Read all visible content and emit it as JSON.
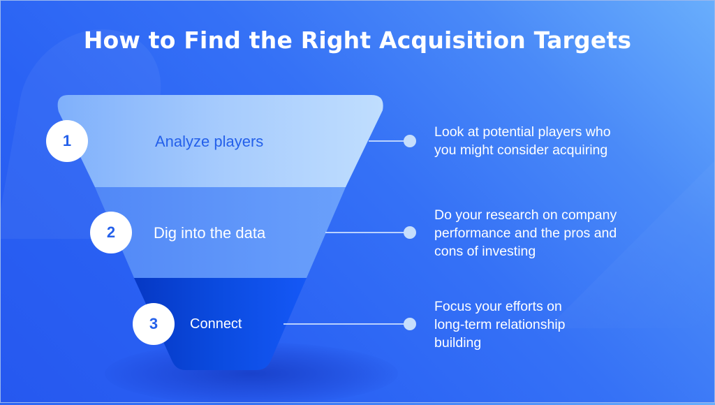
{
  "title": "How to Find the Right Acquisition Targets",
  "colors": {
    "background_start": "#2658ef",
    "background_end": "#69aefc",
    "tier1_fill": "#b4d5fd",
    "tier2_fill": "#5e95fa",
    "tier3_fill": "#0d4de8",
    "tier1_text": "#2460ea",
    "badge_text": "#2460ea",
    "connector": "#c6defc"
  },
  "steps": [
    {
      "number": "1",
      "label": "Analyze players",
      "description_lines": [
        "Look at potential players who",
        "you might consider acquiring"
      ]
    },
    {
      "number": "2",
      "label": "Dig into the data",
      "description_lines": [
        "Do your research on company",
        "performance and the pros and",
        "cons of investing"
      ]
    },
    {
      "number": "3",
      "label": "Connect",
      "description_lines": [
        "Focus your efforts on",
        "long-term relationship",
        "building"
      ]
    }
  ]
}
